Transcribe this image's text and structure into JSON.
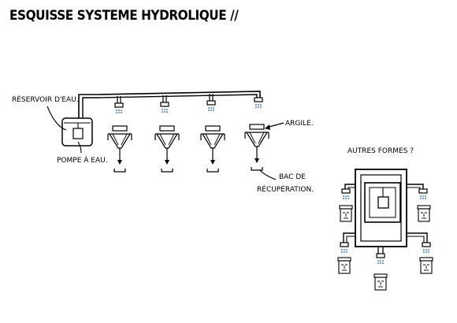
{
  "title": "ESQUISSE SYSTEME HYDROLIQUE //",
  "labels": {
    "reservoir": "RÉSERVOIR D'EAU.",
    "pompe": "POMPE À EAU.",
    "argile": "ARGILE.",
    "bac": "BAC DE",
    "recuperation": "RÉCUPÉRATION.",
    "autres": "AUTRES FORMES ?"
  },
  "colors": {
    "ink": "#000000",
    "water": "#1f5fd1"
  },
  "planters": {
    "count": 4
  },
  "alt_masks": {
    "count": 5
  }
}
